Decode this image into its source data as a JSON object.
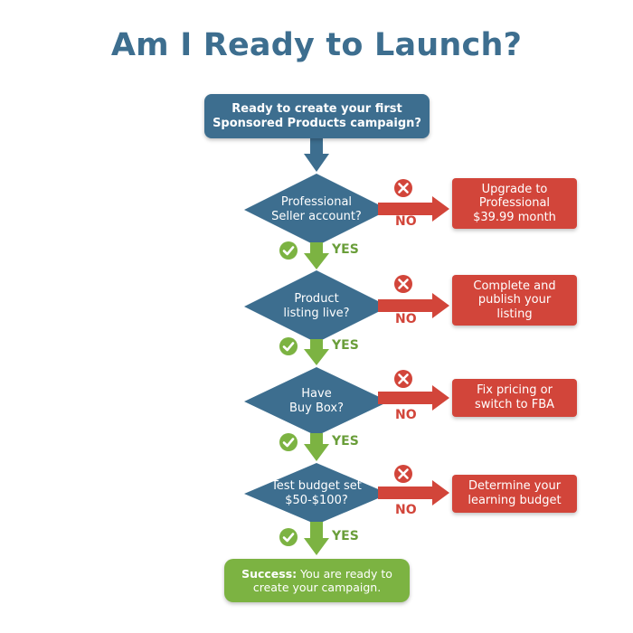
{
  "title": "Am I Ready to Launch?",
  "start": {
    "line1": "Ready to create your first",
    "line2": "Sponsored Products campaign?"
  },
  "steps": [
    {
      "question_line1": "Professional",
      "question_line2": "Seller account?",
      "no_label": "NO",
      "yes_label": "YES",
      "action_line1": "Upgrade to",
      "action_line2": "Professional",
      "action_line3": "$39.99 month"
    },
    {
      "question_line1": "Product",
      "question_line2": "listing live?",
      "no_label": "NO",
      "yes_label": "YES",
      "action_line1": "Complete and",
      "action_line2": "publish your",
      "action_line3": "listing"
    },
    {
      "question_line1": "Have",
      "question_line2": "Buy Box?",
      "no_label": "NO",
      "yes_label": "YES",
      "action_line1": "Fix pricing or",
      "action_line2": "switch to FBA"
    },
    {
      "question_line1": "Test budget set",
      "question_line2": "$50-$100?",
      "no_label": "NO",
      "yes_label": "YES",
      "action_line1": "Determine your",
      "action_line2": "learning budget"
    }
  ],
  "success": {
    "lead": "Success:",
    "text_part1": " You are ready to",
    "text_part2": "create your campaign."
  },
  "colors": {
    "title": "#3d6e8f",
    "start_box": "#3d6e8f",
    "diamond": "#3d6e8f",
    "fail": "#d2453a",
    "success": "#7cb342",
    "yes_arrow": "#7cb342"
  },
  "icons": {
    "no": "x-circle-icon",
    "yes": "check-circle-icon",
    "connector": "arrow-icon"
  }
}
